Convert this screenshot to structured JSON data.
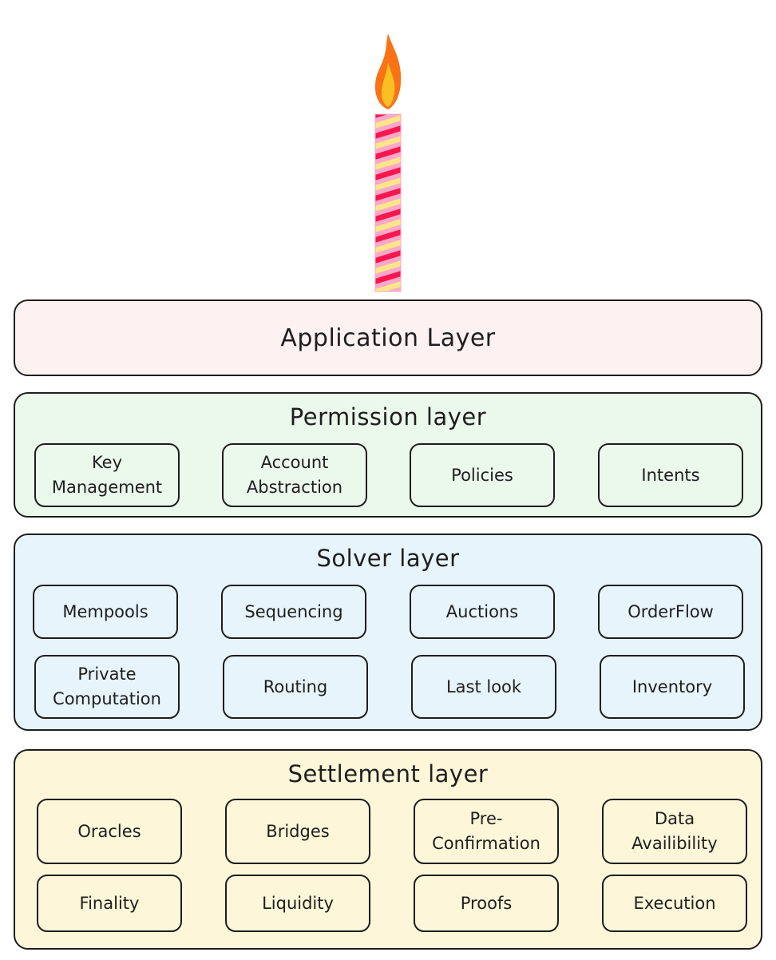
{
  "candle": {
    "flame_color": "#f97316",
    "flame_inner_color": "#fbbf24",
    "stripe_colors": [
      "#f9164f",
      "#fde68a",
      "#f9a8c8"
    ]
  },
  "layers": {
    "application": {
      "title": "Application Layer",
      "fill": "#fdf1f1"
    },
    "permission": {
      "title": "Permission layer",
      "fill": "#ebf8ec",
      "items": [
        "Key\nManagement",
        "Account\nAbstraction",
        "Policies",
        "Intents"
      ]
    },
    "solver": {
      "title": "Solver layer",
      "fill": "#e7f4fc",
      "items": [
        "Mempools",
        "Sequencing",
        "Auctions",
        "OrderFlow",
        "Private\nComputation",
        "Routing",
        "Last look",
        "Inventory"
      ]
    },
    "settlement": {
      "title": "Settlement layer",
      "fill": "#fdf6d9",
      "items": [
        "Oracles",
        "Bridges",
        "Pre-\nConfirmation",
        "Data\nAvailibility",
        "Finality",
        "Liquidity",
        "Proofs",
        "Execution"
      ]
    }
  }
}
